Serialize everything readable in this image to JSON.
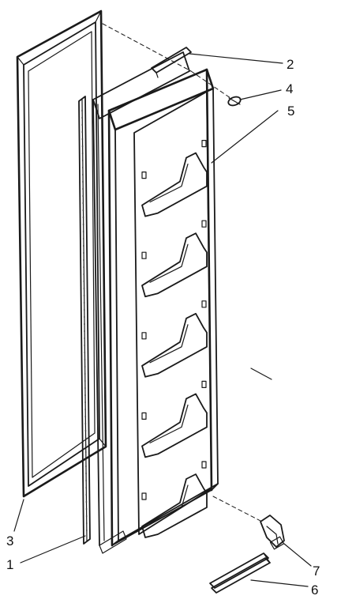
{
  "callouts": [
    {
      "id": "1",
      "label": "1"
    },
    {
      "id": "2",
      "label": "2"
    },
    {
      "id": "3",
      "label": "3"
    },
    {
      "id": "4",
      "label": "4"
    },
    {
      "id": "5",
      "label": "5"
    },
    {
      "id": "6",
      "label": "6"
    },
    {
      "id": "7",
      "label": "7"
    }
  ],
  "shelf_count": 5
}
